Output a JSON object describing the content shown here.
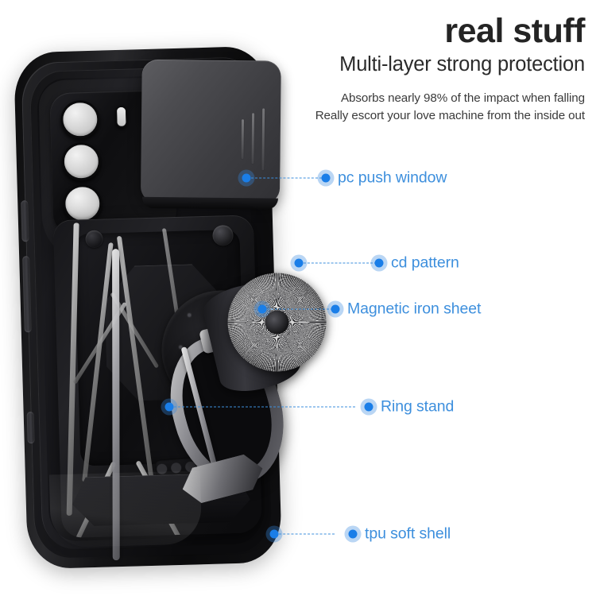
{
  "header": {
    "title": "real stuff",
    "subtitle": "Multi-layer strong protection",
    "desc_line1": "Absorbs nearly 98% of the impact when falling",
    "desc_line2": "Really escort your love machine from the inside out"
  },
  "colors": {
    "accent_blue": "#1a7ee8",
    "label_blue": "#3d8fdd",
    "dash_blue": "#3d8fdd",
    "background": "#ffffff",
    "title_text": "#242424"
  },
  "callouts": [
    {
      "id": "pc-push-window",
      "label": "pc push window"
    },
    {
      "id": "cd-pattern",
      "label": "cd pattern"
    },
    {
      "id": "magnetic-iron-sheet",
      "label": "Magnetic iron sheet"
    },
    {
      "id": "ring-stand",
      "label": "Ring stand"
    },
    {
      "id": "tpu-soft-shell",
      "label": "tpu soft shell"
    }
  ],
  "product": {
    "name": "armor phone case with camera slide cover and ring stand",
    "camera_lens_count": 3,
    "flash": "flash-slot",
    "side_buttons": 3
  }
}
